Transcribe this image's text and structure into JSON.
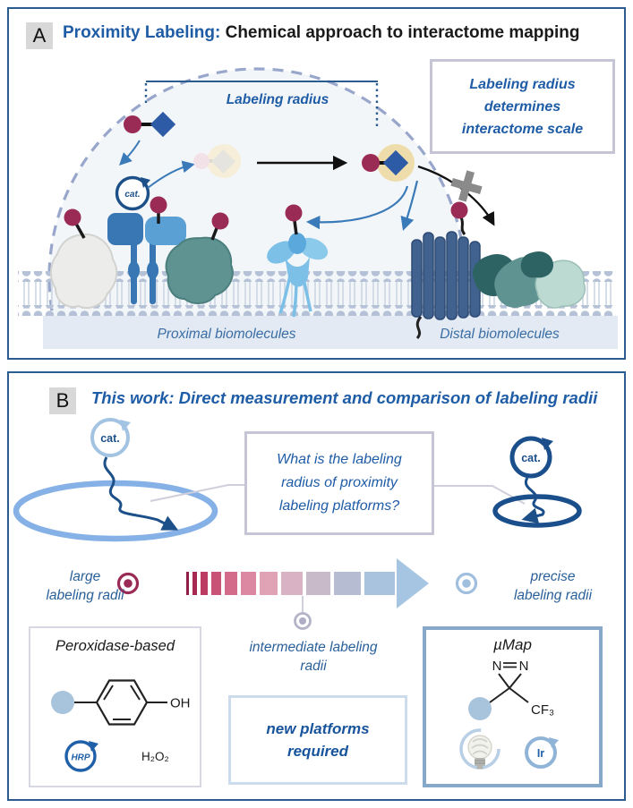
{
  "panelA": {
    "badge": "A",
    "title_blue": "Proximity Labeling:",
    "title_black": " Chemical approach to interactome mapping",
    "labeling_radius": "Labeling radius",
    "cat": "cat.",
    "info_line1": "Labeling radius",
    "info_line2": "determines",
    "info_line3": "interactome scale",
    "proximal": "Proximal biomolecules",
    "distal": "Distal biomolecules"
  },
  "panelB": {
    "badge": "B",
    "title": "This work: Direct measurement and comparison of labeling radii",
    "cat_left": "cat.",
    "cat_right": "cat.",
    "q1": "What is the labeling",
    "q2": "radius of proximity",
    "q3": "labeling platforms?",
    "large1": "large",
    "large2": "labeling radii",
    "precise1": "precise",
    "precise2": "labeling radii",
    "intermediate1": "intermediate labeling",
    "intermediate2": "radii",
    "newplat1": "new platforms",
    "newplat2": "required",
    "perox_title": "Peroxidase-based",
    "oh": "OH",
    "hrp": "HRP",
    "h2o2": "H₂O₂",
    "umap_title": "µMap",
    "n1": "N",
    "n2": "N",
    "cf3": "CF₃",
    "ir": "Ir"
  },
  "colors": {
    "panel_border": "#2b5c8f",
    "heading_blue": "#1f5ca6",
    "maroon": "#9a2b55",
    "probe_diamond_blue": "#2d5ba6",
    "glow": "#eedcab",
    "dashed_arc": "#98a6cc",
    "membrane_head": "#b4c1d6",
    "membrane_band": "#e3eaf4",
    "cat_dark": "#1d5089",
    "cat_light": "#a3c3e3",
    "ellipse_light": "#85b1e6",
    "gray_x": "#8a8a8a",
    "connector_gray": "#cfcfdc",
    "teal_protein": "#5e9391",
    "dark_teal_protein": "#2e6363",
    "pale_teal_protein": "#bcd9d2",
    "light_blue_protein": "#7cc0e8",
    "receptor_blue": "#3876b4",
    "barrel_blue": "#41618e"
  },
  "spectrum": {
    "bar_widths": [
      3,
      5,
      8,
      11,
      14,
      17,
      20,
      24,
      27,
      30,
      34
    ],
    "bar_colors": [
      "#8e2048",
      "#a62a52",
      "#bb3b62",
      "#c95277",
      "#d36b8b",
      "#dc88a2",
      "#e0a3b5",
      "#d9b3c3",
      "#c9bac9",
      "#b6bdd2",
      "#a9c2dd"
    ],
    "arrow_color": "#a5c5e2",
    "lavender_ring": "#b4b4c8",
    "blue_ring": "#a0bede"
  }
}
